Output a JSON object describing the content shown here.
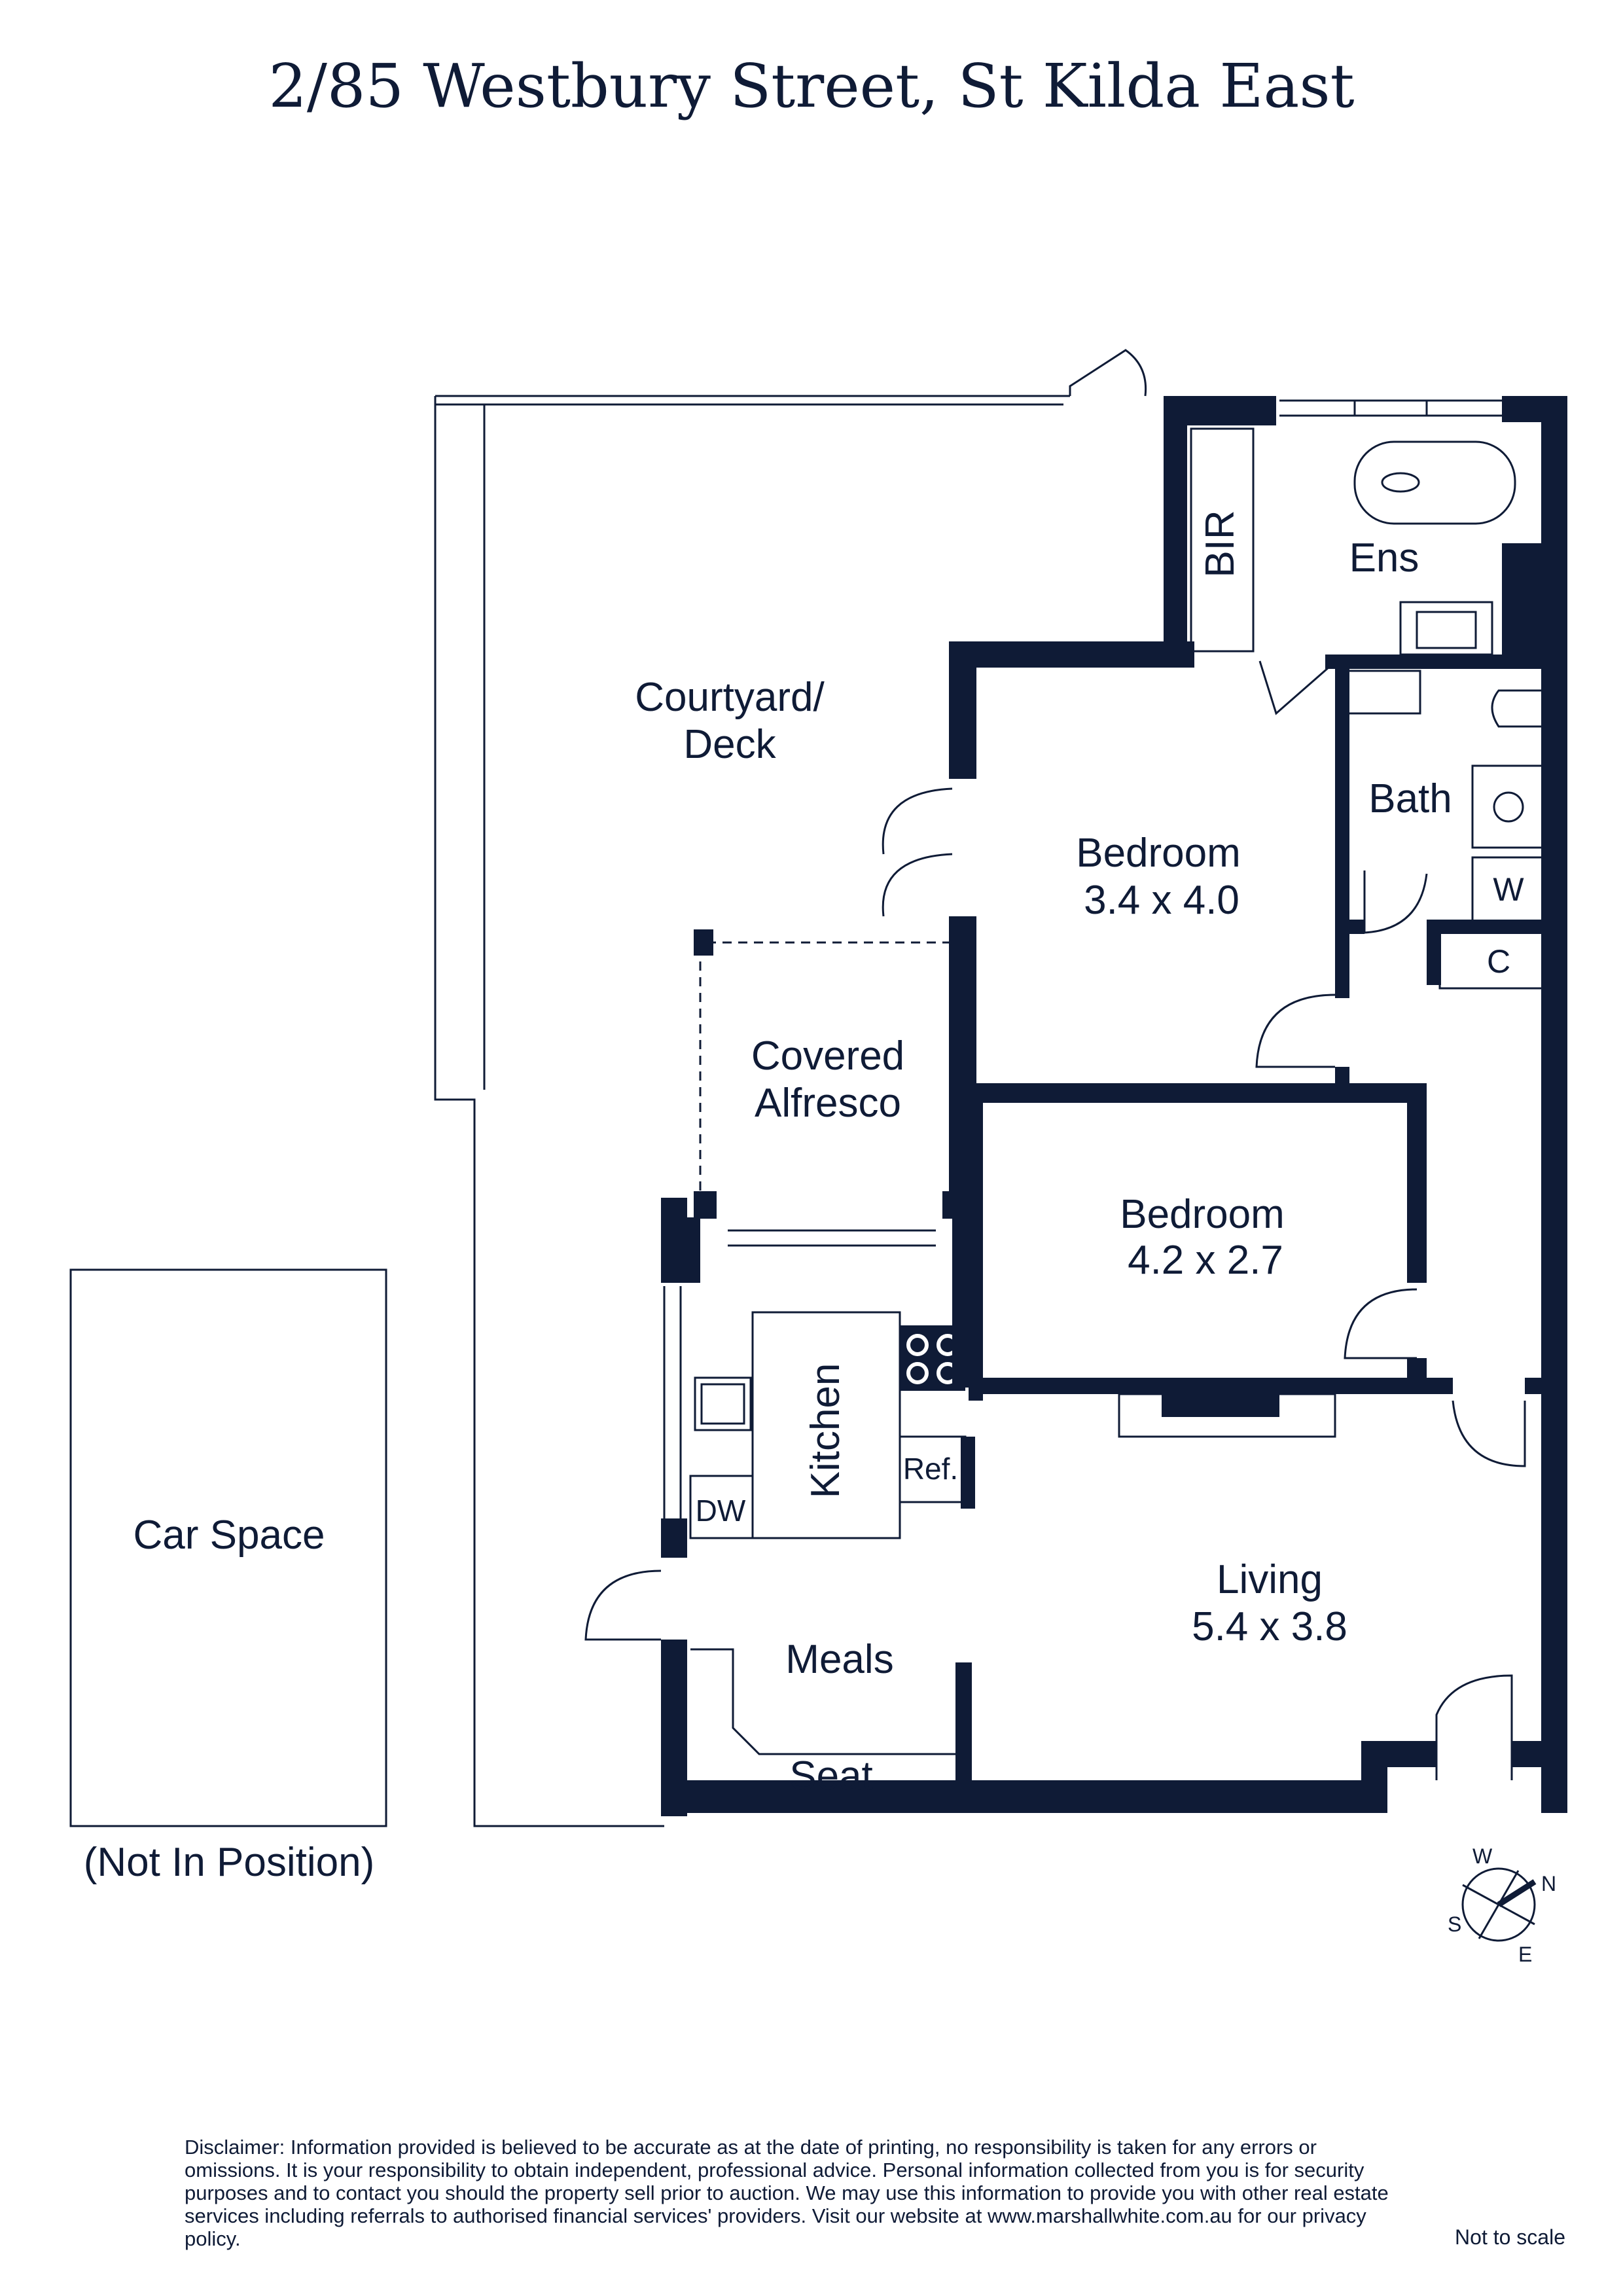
{
  "title": "2/85 Westbury Street, St Kilda East",
  "rooms": {
    "courtyard": "Courtyard/\nDeck",
    "bir": "BIR",
    "ens": "Ens",
    "bath": "Bath",
    "w": "W",
    "c": "C",
    "bedroom1_name": "Bedroom",
    "bedroom1_dims": "3.4 x 4.0",
    "bedroom2_name": "Bedroom",
    "bedroom2_dims": "4.2 x 2.7",
    "covered_alfresco": "Covered\nAlfresco",
    "kitchen": "Kitchen",
    "ref": "Ref.",
    "dw": "DW",
    "meals": "Meals",
    "seat": "Seat",
    "living_name": "Living",
    "living_dims": "5.4 x 3.8",
    "car_space": "Car Space",
    "not_in_position": "(Not In Position)"
  },
  "compass": {
    "n": "N",
    "s": "S",
    "e": "E",
    "w": "W"
  },
  "disclaimer": "Disclaimer: Information provided is believed to be accurate as at the date of printing, no responsibility is taken for any errors or omissions. It is your responsibility to obtain independent, professional advice. Personal information collected from you is for security purposes and to contact you should the property sell prior to auction. We may use this information to provide you with other real estate services including referrals to authorised financial services' providers. Visit our website at www.marshallwhite.com.au for our privacy policy.",
  "not_to_scale": "Not to scale",
  "colors": {
    "ink": "#0f1b36",
    "background": "#ffffff"
  }
}
